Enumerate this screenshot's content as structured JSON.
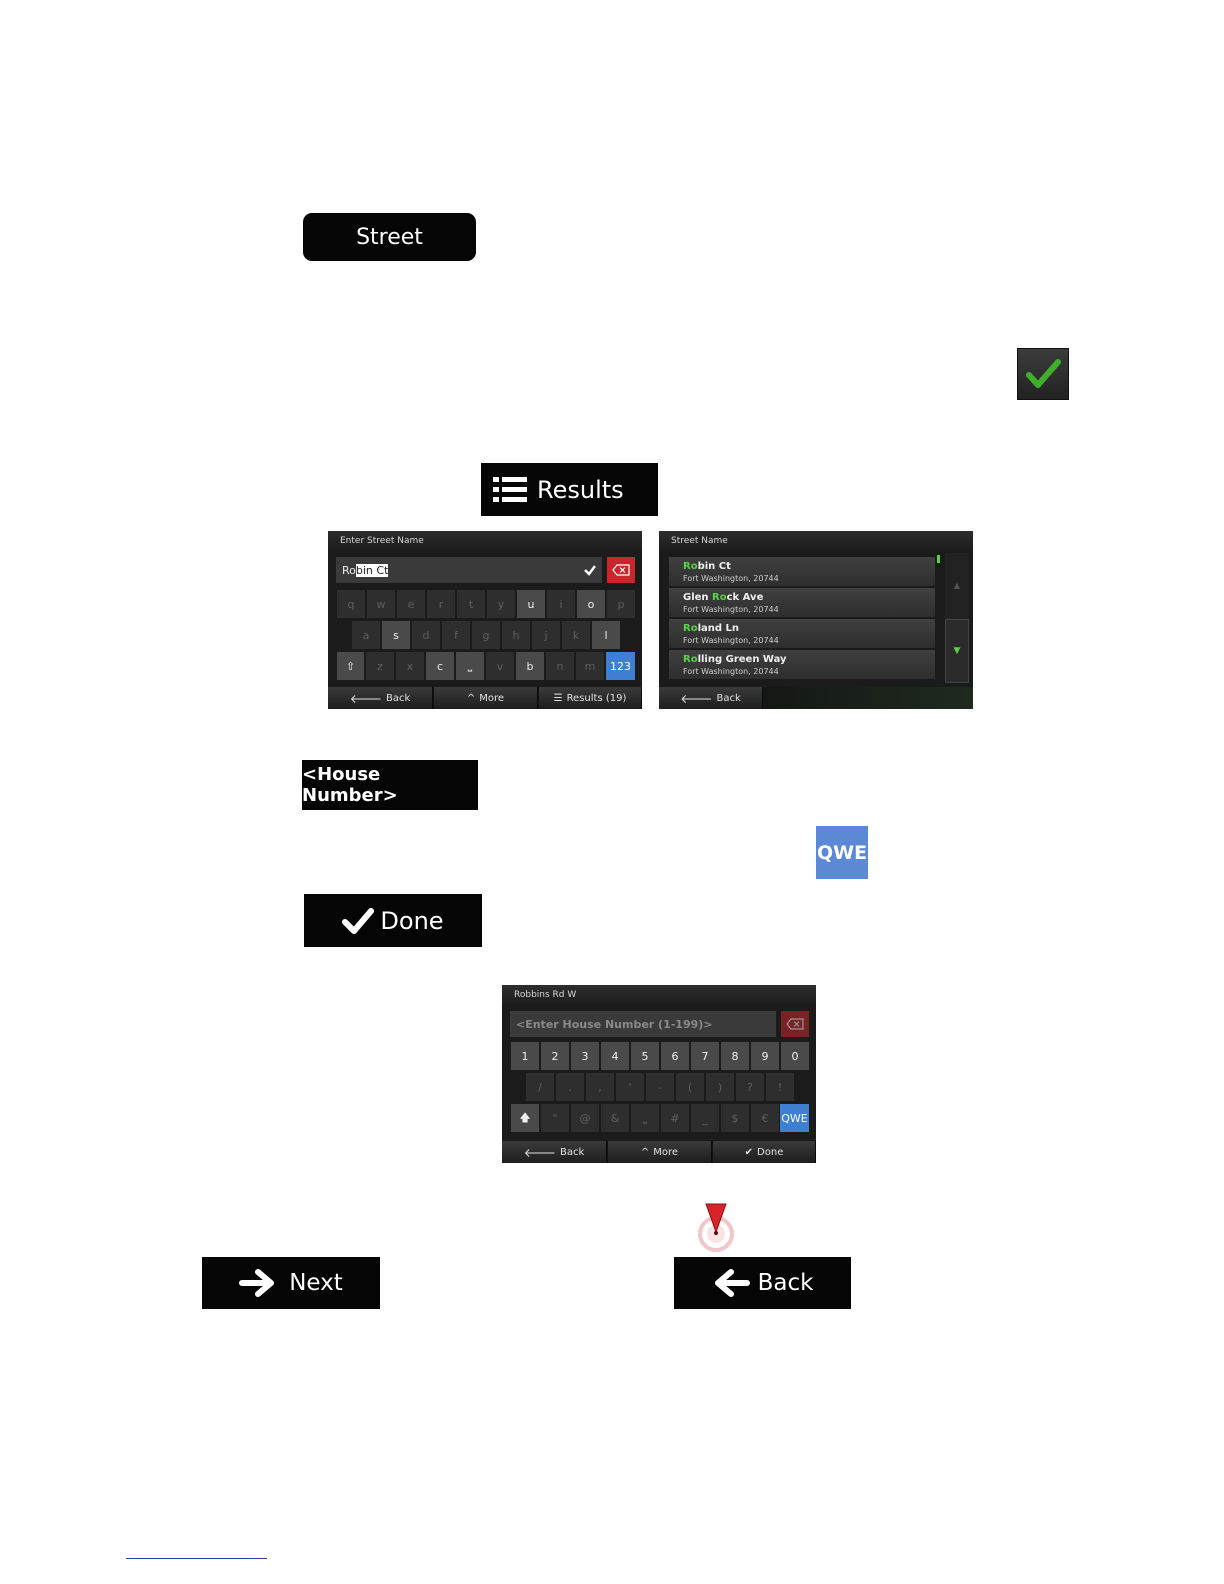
{
  "buttons": {
    "street": "Street",
    "results": "Results",
    "house_number": "<House Number>",
    "qwe": "QWE",
    "done": "Done",
    "next": "Next",
    "back": "Back"
  },
  "keyboard_screen": {
    "title": "Enter Street Name",
    "input_typed": "Ro",
    "input_suggest": "bin Ct",
    "rows": [
      [
        "q",
        "w",
        "e",
        "r",
        "t",
        "y",
        "u",
        "i",
        "o",
        "p"
      ],
      [
        "a",
        "s",
        "d",
        "f",
        "g",
        "h",
        "j",
        "k",
        "l"
      ],
      [
        "z",
        "x",
        "c",
        "v",
        "b",
        "n",
        "m"
      ]
    ],
    "numbers_key": "123",
    "bar": {
      "back": "Back",
      "more": "More",
      "results": "Results (19)"
    }
  },
  "results_screen": {
    "title": "Street Name",
    "items": [
      {
        "hl": "Ro",
        "rest": "bin Ct",
        "pre": "",
        "sub": "Fort Washington, 20744"
      },
      {
        "pre": "Glen ",
        "hl": "Ro",
        "rest": "ck Ave",
        "sub": "Fort Washington, 20744"
      },
      {
        "pre": "",
        "hl": "Ro",
        "rest": "land Ln",
        "sub": "Fort Washington, 20744"
      },
      {
        "pre": "",
        "hl": "Ro",
        "rest": "lling Green Way",
        "sub": "Fort Washington, 20744"
      }
    ],
    "bar": {
      "back": "Back"
    }
  },
  "house_screen": {
    "title": "Robbins Rd W",
    "placeholder": "<Enter House Number (1-199)>",
    "digits": [
      "1",
      "2",
      "3",
      "4",
      "5",
      "6",
      "7",
      "8",
      "9",
      "0"
    ],
    "symbols1": [
      "/",
      ".",
      ",",
      "'",
      "-",
      "(",
      ")",
      "?",
      "!"
    ],
    "symbols2": [
      "\"",
      "@",
      "&",
      "#",
      "_",
      "$",
      "€"
    ],
    "qwe_key": "QWE",
    "bar": {
      "back": "Back",
      "more": "More",
      "done": "Done"
    }
  },
  "colors": {
    "highlight": "#58d444",
    "check_green": "#3fae2a",
    "qwe_blue": "#5b89d6",
    "pin_red": "#d8232a"
  }
}
